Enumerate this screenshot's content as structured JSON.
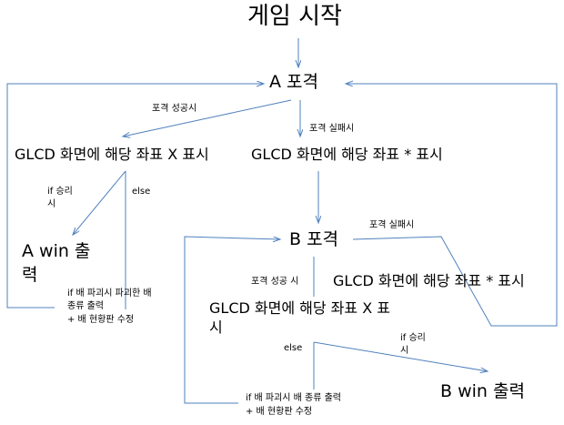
{
  "diagram": {
    "nodes": {
      "start": "게임 시작",
      "a_fire": "A 포격",
      "a_hit_display": "GLCD 화면에 해당 좌표 X 표시",
      "a_miss_display": "GLCD 화면에 해당 좌표 * 표시",
      "a_win_line1": "A win 출",
      "a_win_line2": "력",
      "a_destroy_line1": "if 배 파괴시 파괴한 배",
      "a_destroy_line2": "종류 출력",
      "a_destroy_line3": "+ 배 현황판 수정",
      "b_fire": "B 포격",
      "b_miss_display": "GLCD 화면에 해당 좌표 * 표시",
      "b_hit_display_line1": "GLCD 화면에 해당 좌표 X 표",
      "b_hit_display_line2": "시",
      "b_destroy_line1": "if 배 파괴시 배 종류 출력",
      "b_destroy_line2": "+ 배 현황판 수정",
      "b_win": "B win 출력"
    },
    "edge_labels": {
      "a_success": "포격 성공시",
      "a_fail": "포격 실패시",
      "a_if_win_line1": "if 승리",
      "a_if_win_line2": "시",
      "a_else": "else",
      "b_fail": "포격 실패시",
      "b_success": "포격 성공 시",
      "b_else": "else",
      "b_if_win_line1": "if 승리",
      "b_if_win_line2": "시"
    },
    "colors": {
      "edge": "#4f81bd",
      "text": "#000000",
      "background": "#ffffff"
    }
  }
}
